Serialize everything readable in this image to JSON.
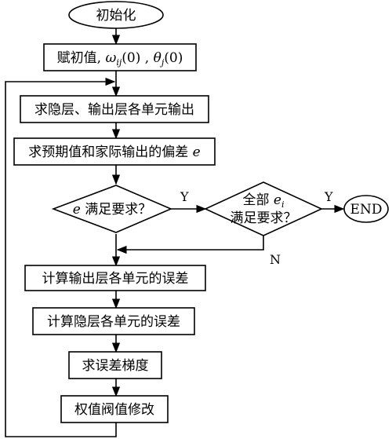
{
  "nodes": {
    "start": "初始化",
    "init_prefix": "赋初值, ",
    "init_omega": "ω",
    "init_omega_sub": "ij",
    "init_mid": "(0) , ",
    "init_theta": "θ",
    "init_theta_sub": "j",
    "init_end": "(0)",
    "calc_output": "求隐层、输出层各单元输出",
    "deviation_prefix": "求预期值和家际输出的偏差 ",
    "deviation_var": "e",
    "decision1_var": "e",
    "decision1_text": " 满足要求？",
    "decision2_line1_prefix": "全部 ",
    "decision2_line1_var": "e",
    "decision2_line1_sub": "i",
    "decision2_line2": "满足要求？",
    "end": "END",
    "output_error": "计算输出层各单元的误差",
    "hidden_error": "计算隐层各单元的误差",
    "gradient": "求误差梯度",
    "update": "权值阀值修改"
  },
  "edges": {
    "yes1": "Y",
    "yes2": "Y",
    "no2": "N"
  }
}
